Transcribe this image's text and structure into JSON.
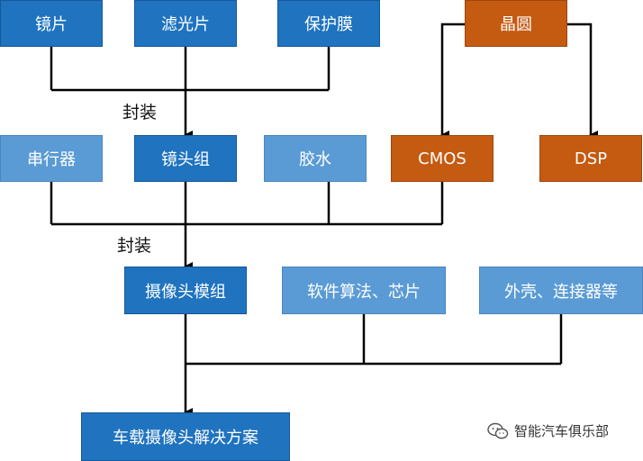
{
  "nodes": {
    "lens": "镜片",
    "filter": "滤光片",
    "protective_film": "保护膜",
    "wafer": "晶圆",
    "serializer": "串行器",
    "lens_group": "镜头组",
    "glue": "胶水",
    "cmos": "CMOS",
    "dsp": "DSP",
    "camera_module": "摄像头模组",
    "software_chip": "软件算法、芯片",
    "housing_connector": "外壳、连接器等",
    "solution": "车载摄像头解决方案"
  },
  "labels": {
    "package_1": "封装",
    "package_2": "封装"
  },
  "watermark": {
    "text": "智能汽车俱乐部",
    "icon": "wechat-icon"
  },
  "colors": {
    "dark_blue": "#1f73bf",
    "light_blue": "#5b9bd5",
    "orange": "#c55a11"
  }
}
